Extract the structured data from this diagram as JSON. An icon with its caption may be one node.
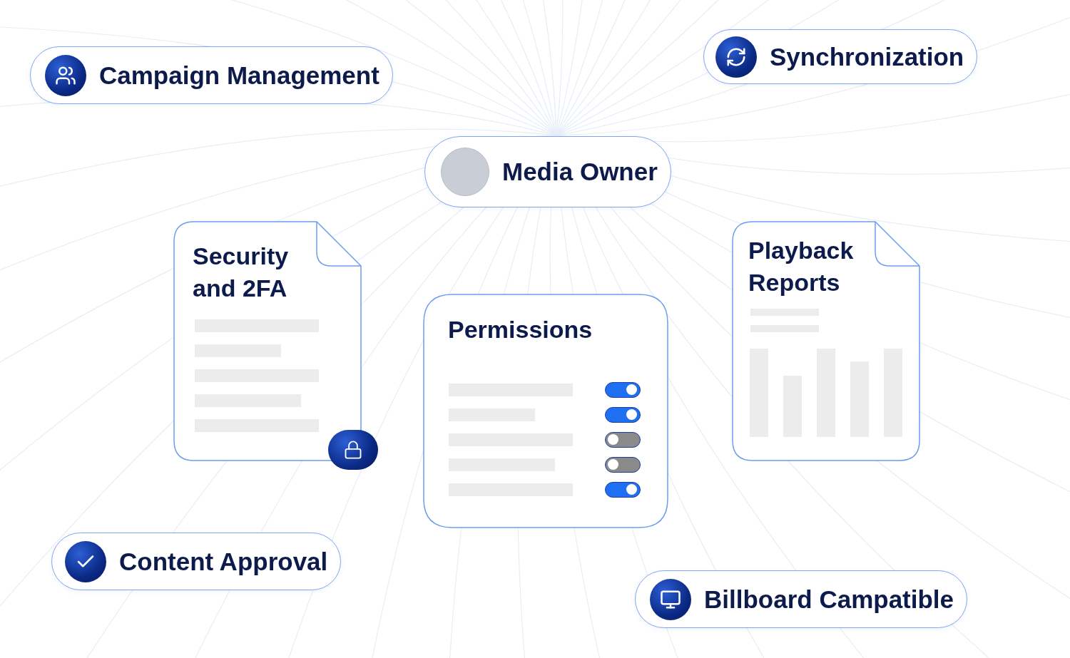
{
  "diagram": {
    "nodes": [
      {
        "text": [
          "Campaign Management"
        ]
      },
      {
        "text": [
          "Synchronization"
        ]
      },
      {
        "text": [
          "Media Owner"
        ]
      },
      {
        "text": [
          "Security and 2FA"
        ]
      },
      {
        "text": [
          "Permissions"
        ]
      },
      {
        "text": [
          "Playback Reports"
        ]
      },
      {
        "text": [
          "Content Approval"
        ]
      },
      {
        "text": [
          "Billboard Campatible"
        ]
      }
    ]
  }
}
